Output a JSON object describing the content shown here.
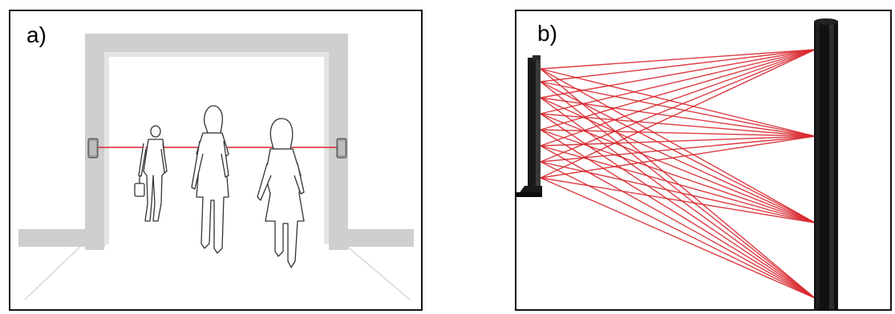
{
  "panels": [
    {
      "label": "a)"
    },
    {
      "label": "b)"
    }
  ],
  "colors": {
    "beam": "#d9272e",
    "wall": "#cfcfcf",
    "post": "#111111",
    "figure_stroke": "#333333"
  },
  "illustrations": {
    "a": "doorway-with-single-light-beam-and-walking-people",
    "b": "two-posts-with-crossing-light-beams"
  }
}
